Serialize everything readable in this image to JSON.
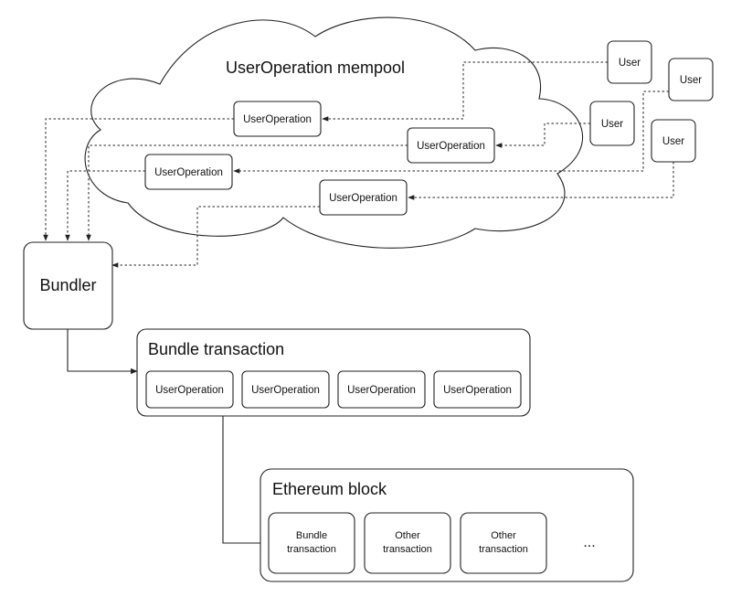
{
  "mempool": {
    "title": "UserOperation mempool"
  },
  "users": {
    "u1": "User",
    "u2": "User",
    "u3": "User",
    "u4": "User"
  },
  "mempool_ops": {
    "op1": "UserOperation",
    "op2": "UserOperation",
    "op3": "UserOperation",
    "op4": "UserOperation"
  },
  "bundler": {
    "label": "Bundler"
  },
  "bundle_tx": {
    "title": "Bundle transaction",
    "ops": [
      "UserOperation",
      "UserOperation",
      "UserOperation",
      "UserOperation"
    ]
  },
  "eth_block": {
    "title": "Ethereum block",
    "items": [
      {
        "line1": "Bundle",
        "line2": "transaction"
      },
      {
        "line1": "Other",
        "line2": "transaction"
      },
      {
        "line1": "Other",
        "line2": "transaction"
      }
    ],
    "ellipsis": "..."
  }
}
